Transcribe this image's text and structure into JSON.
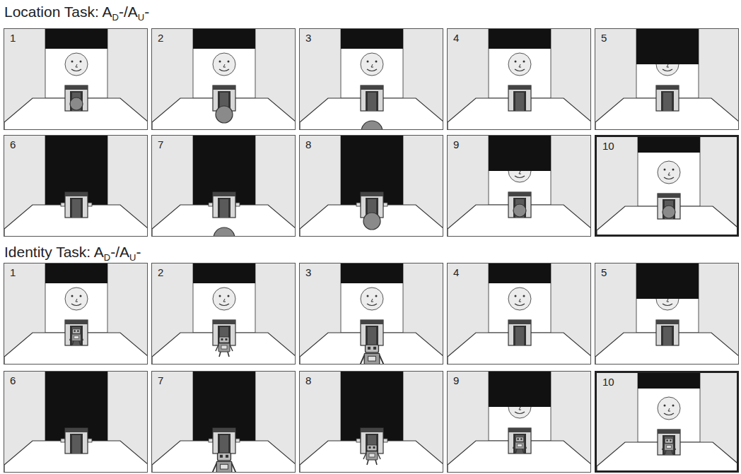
{
  "diagram": {
    "nodes": [
      {
        "text": [
          "1"
        ]
      },
      {
        "text": [
          "2"
        ]
      },
      {
        "text": [
          "3"
        ]
      },
      {
        "text": [
          "4"
        ]
      },
      {
        "text": [
          "5"
        ]
      },
      {
        "text": [
          "6"
        ]
      },
      {
        "text": [
          "7"
        ]
      },
      {
        "text": [
          "8"
        ]
      },
      {
        "text": [
          "9"
        ]
      },
      {
        "text": [
          "10"
        ]
      },
      {
        "text": [
          "1"
        ]
      },
      {
        "text": [
          "2"
        ]
      },
      {
        "text": [
          "3"
        ]
      },
      {
        "text": [
          "4"
        ]
      },
      {
        "text": [
          "5"
        ]
      },
      {
        "text": [
          "6"
        ]
      },
      {
        "text": [
          "7"
        ]
      },
      {
        "text": [
          "8"
        ]
      },
      {
        "text": [
          "9"
        ]
      },
      {
        "text": [
          "10"
        ]
      }
    ],
    "labels": [
      "Location Task: A",
      "D",
      "-/A",
      "U",
      "-",
      "Identity Task: A",
      "D",
      "-/A",
      "U",
      "-"
    ]
  }
}
